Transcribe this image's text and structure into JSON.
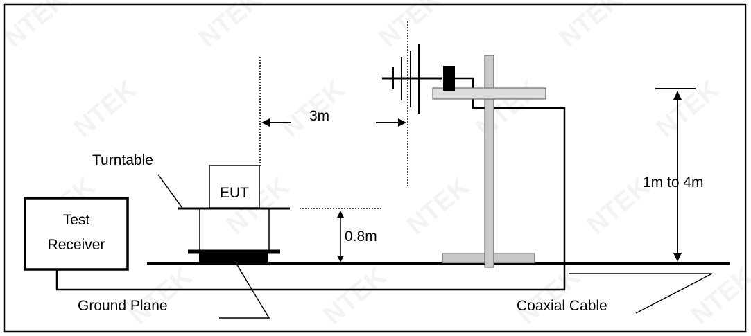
{
  "labels": {
    "turntable": "Turntable",
    "eut": "EUT",
    "test_receiver_line1": "Test",
    "test_receiver_line2": "Receiver",
    "distance": "3m",
    "table_height": "0.8m",
    "antenna_height": "1m to 4m",
    "ground_plane": "Ground Plane",
    "coaxial_cable": "Coaxial Cable"
  },
  "watermark": {
    "text": "NTEK"
  },
  "colors": {
    "line": "#000000",
    "mast": "#c8c8c8",
    "mast_stroke": "#555555",
    "table_top_shading": "#dcdcdc"
  }
}
